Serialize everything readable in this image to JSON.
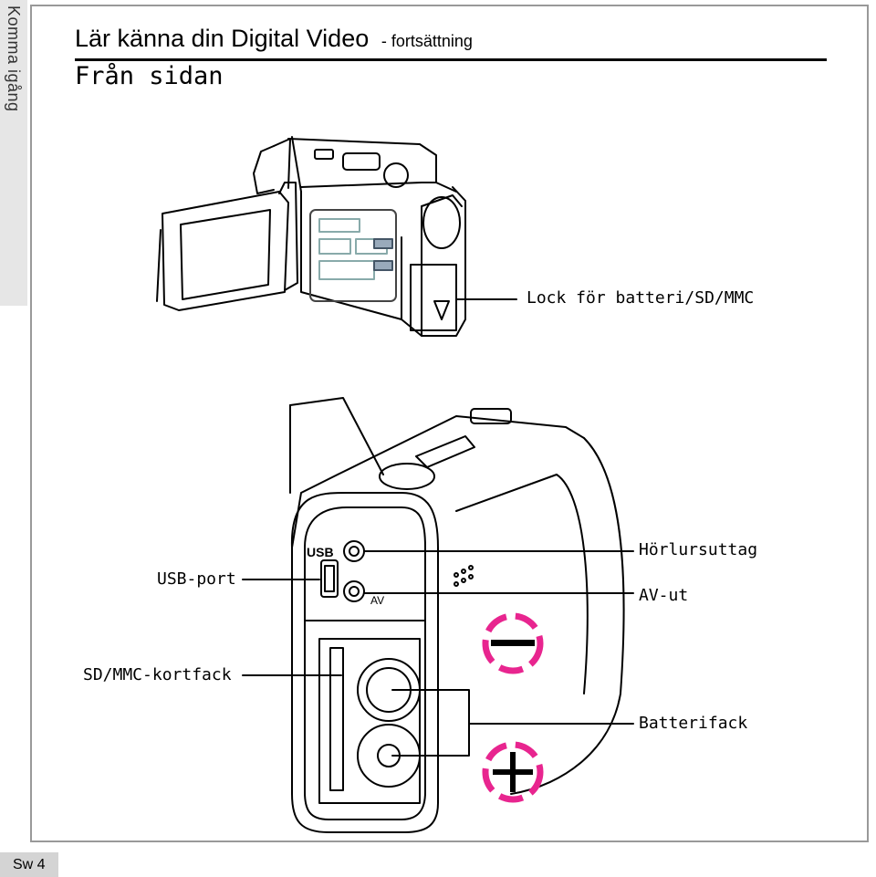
{
  "side_tab": "Komma igång",
  "heading": {
    "title": "Lär känna din Digital Video",
    "subtitle": "- fortsättning"
  },
  "section_title": "Från sidan",
  "callouts": {
    "lock": "Lock för batteri/SD/MMC",
    "headphone": "Hörlursuttag",
    "usb": "USB-port",
    "av": "AV-ut",
    "sd": "SD/MMC-kortfack",
    "battery": "Batterifack"
  },
  "device_marks": {
    "usb": "USB",
    "av": "AV",
    "minus": "−",
    "plus": "+"
  },
  "colors": {
    "polarity": "#e8258f"
  },
  "page_number": "Sw 4"
}
